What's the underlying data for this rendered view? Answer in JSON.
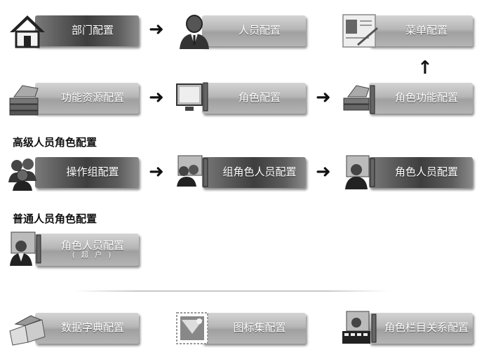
{
  "tiles": {
    "dept": {
      "label": "部门配置"
    },
    "personnel": {
      "label": "人员配置"
    },
    "menu": {
      "label": "菜单配置"
    },
    "func_resource": {
      "label": "功能资源配置"
    },
    "role": {
      "label": "角色配置"
    },
    "role_func": {
      "label": "角色功能配置"
    },
    "op_group": {
      "label": "操作组配置"
    },
    "group_role_person": {
      "label": "组角色人员配置"
    },
    "role_person": {
      "label": "角色人员配置"
    },
    "normal_role_person": {
      "label": "角色人员配置",
      "sub": "( 超 户 )"
    },
    "dictionary": {
      "label": "数据字典配置"
    },
    "icon_set": {
      "label": "图标集配置"
    },
    "role_column": {
      "label": "角色栏目关系配置"
    }
  },
  "sections": {
    "senior": "高级人员角色配置",
    "normal": "普通人员角色配置"
  },
  "arrows": {
    "right": "➜",
    "up": "↑"
  }
}
